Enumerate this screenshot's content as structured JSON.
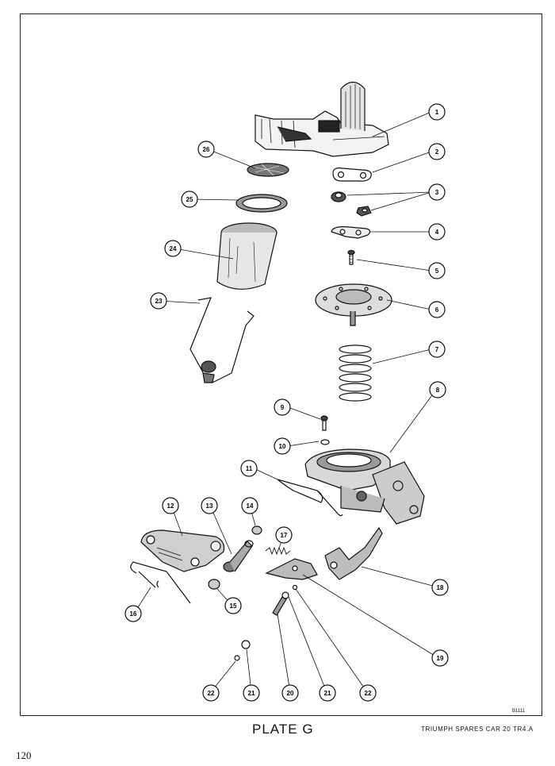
{
  "plate": {
    "title": "PLATE G",
    "caption": "TRIUMPH SPARES CAR 20 TR4.A",
    "reference_code": "B1111",
    "page_number": "120"
  },
  "callouts": [
    "1",
    "2",
    "3",
    "4",
    "5",
    "6",
    "7",
    "8",
    "9",
    "10",
    "11",
    "12",
    "13",
    "14",
    "15",
    "16",
    "17",
    "18",
    "19",
    "20",
    "21",
    "22",
    "23",
    "24",
    "25",
    "26",
    "21",
    "22"
  ]
}
